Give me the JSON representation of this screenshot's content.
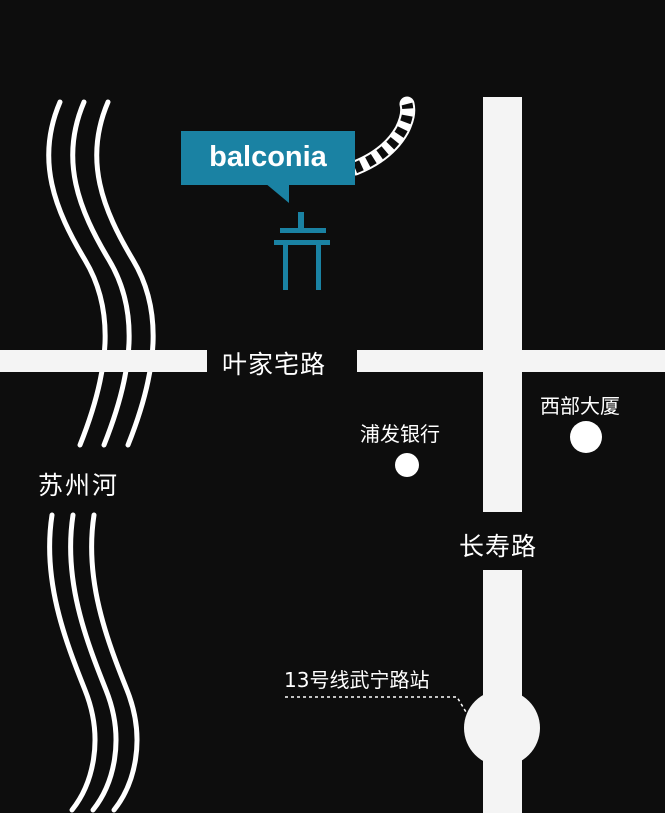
{
  "colors": {
    "background": "#0d0d0d",
    "road": "#f4f4f4",
    "accent": "#1a82a3",
    "text": "#ffffff"
  },
  "brand": {
    "name": "balconia",
    "icon": "building-icon"
  },
  "roads": {
    "horizontal": "叶家宅路",
    "vertical": "长寿路"
  },
  "river": {
    "name": "苏州河"
  },
  "places": {
    "bank": "浦发银行",
    "building": "西部大厦"
  },
  "metro": {
    "station": "13号线武宁路站"
  }
}
